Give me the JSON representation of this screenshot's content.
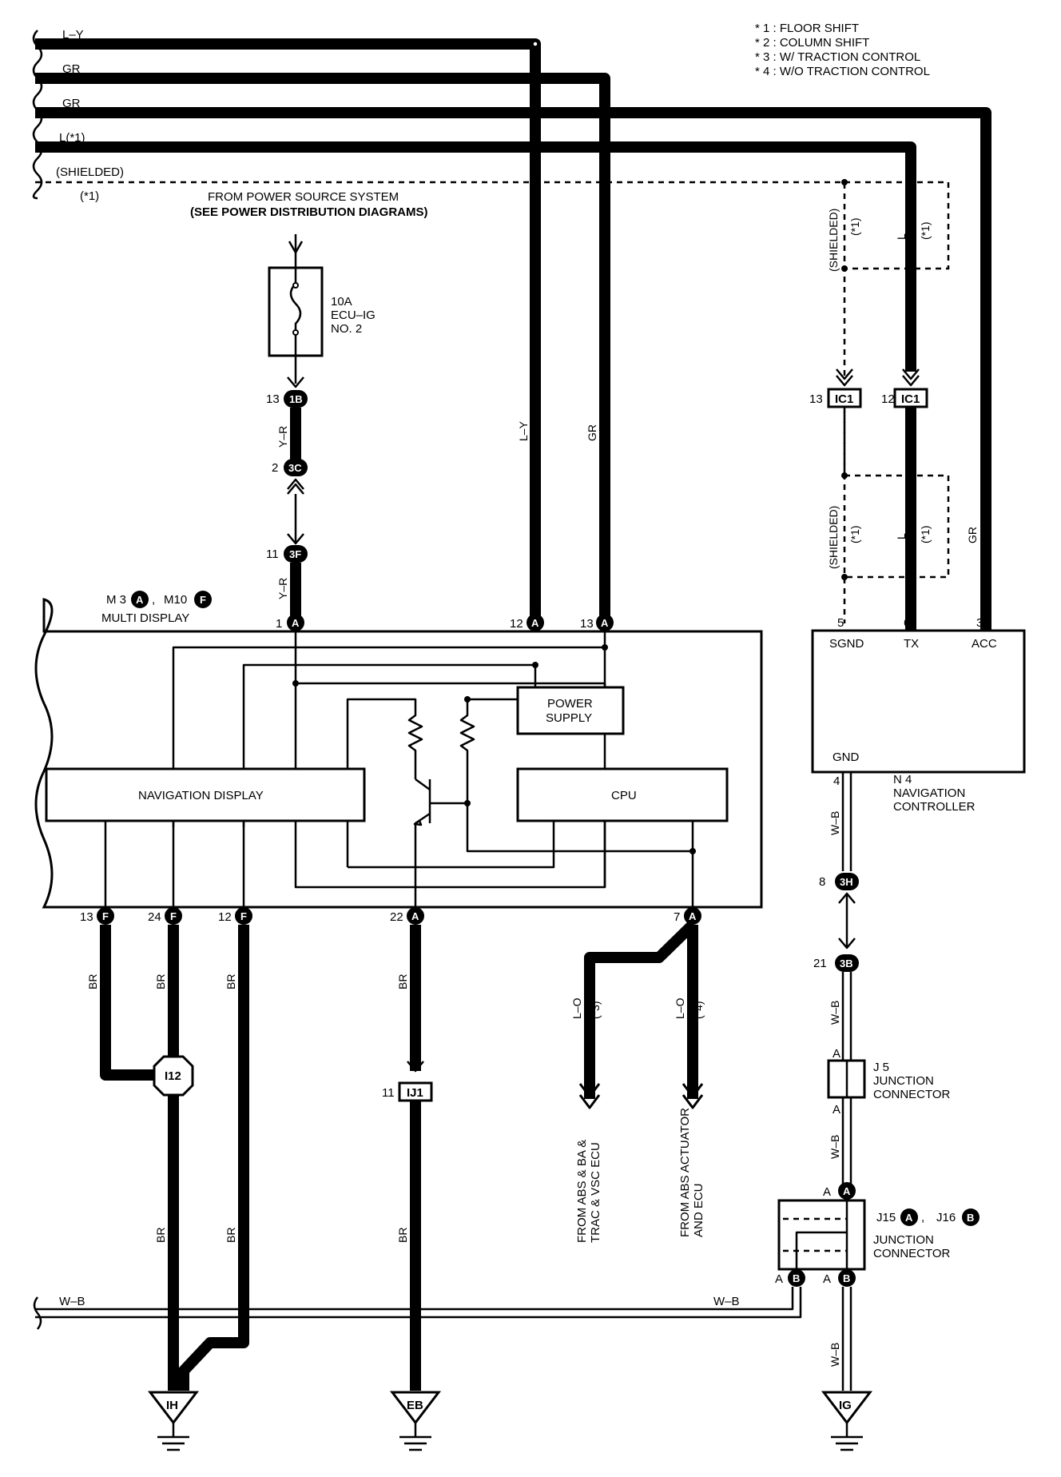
{
  "notes": [
    "* 1 : FLOOR SHIFT",
    "* 2 : COLUMN SHIFT",
    "* 3 : W/ TRACTION CONTROL",
    "* 4 : W/O TRACTION CONTROL"
  ],
  "wires_left": {
    "ly": "L–Y",
    "gr1": "GR",
    "gr2": "GR",
    "l1": "L(*1)",
    "shielded": "(SHIELDED)",
    "star1": "(*1)"
  },
  "power_source": {
    "line1": "FROM POWER SOURCE SYSTEM",
    "line2": "(SEE POWER DISTRIBUTION DIAGRAMS)"
  },
  "fuse": {
    "rating": "10A",
    "name1": "ECU–IG",
    "name2": "NO. 2"
  },
  "connectors": {
    "c13_1B": {
      "pin": "13",
      "id": "1B"
    },
    "c2_3C": {
      "pin": "2",
      "id": "3C"
    },
    "c11_3F": {
      "pin": "11",
      "id": "3F"
    },
    "c13_IC1": {
      "pin": "13",
      "id": "IC1"
    },
    "c12_IC1": {
      "pin": "12",
      "id": "IC1"
    },
    "c8_3H": {
      "pin": "8",
      "id": "3H"
    },
    "c21_3B": {
      "pin": "21",
      "id": "3B"
    },
    "c11_IJ1": {
      "pin": "11",
      "id": "IJ1"
    },
    "i12": "I12"
  },
  "wire_colors": {
    "yr": "Y–R",
    "ly": "L–Y",
    "gr": "GR",
    "br": "BR",
    "wb": "W–B",
    "lo": "L–O",
    "l": "L",
    "shielded": "(SHIELDED)",
    "star1": "(*1)",
    "star3": "(*3)",
    "star4": "(*4)"
  },
  "multi_display": {
    "label1": "M 3",
    "label1_term": "A",
    "label2": "M10",
    "label2_term": "F",
    "comma": ",",
    "name": "MULTI DISPLAY",
    "pins_top": [
      {
        "pin": "1",
        "term": "A"
      },
      {
        "pin": "12",
        "term": "A"
      },
      {
        "pin": "13",
        "term": "A"
      }
    ],
    "pins_bottom": [
      {
        "pin": "13",
        "term": "F"
      },
      {
        "pin": "24",
        "term": "F"
      },
      {
        "pin": "12",
        "term": "F"
      },
      {
        "pin": "22",
        "term": "A"
      },
      {
        "pin": "7",
        "term": "A"
      }
    ],
    "navigation_display": "NAVIGATION DISPLAY",
    "power_supply1": "POWER",
    "power_supply2": "SUPPLY",
    "cpu": "CPU"
  },
  "nav_controller": {
    "pins_top": [
      {
        "pin": "5",
        "name": "SGND"
      },
      {
        "pin": "6",
        "name": "TX"
      },
      {
        "pin": "3",
        "name": "ACC"
      }
    ],
    "gnd_pin": "4",
    "gnd_name": "GND",
    "id": "N 4",
    "name1": "NAVIGATION",
    "name2": "CONTROLLER"
  },
  "from_abs_ba": {
    "line1": "FROM ABS & BA &",
    "line2": "TRAC & VSC ECU"
  },
  "from_abs_actuator": {
    "line1": "FROM ABS ACTUATOR",
    "line2": "AND ECU"
  },
  "j5": {
    "id": "J 5",
    "name1": "JUNCTION",
    "name2": "CONNECTOR",
    "pin_top": "A",
    "pin_bottom": "A"
  },
  "j15": {
    "id1": "J15",
    "term1": "A",
    "id2": "J16",
    "term2": "B",
    "comma": ",",
    "name1": "JUNCTION",
    "name2": "CONNECTOR",
    "pin_top": "A",
    "pin_top_term": "A",
    "pin_bl": "A",
    "pin_bl_term": "B",
    "pin_br": "A",
    "pin_br_term": "B"
  },
  "grounds": {
    "ih": "IH",
    "eb": "EB",
    "ig": "IG"
  },
  "bottom_wire": {
    "left": "W–B",
    "right": "W–B"
  }
}
